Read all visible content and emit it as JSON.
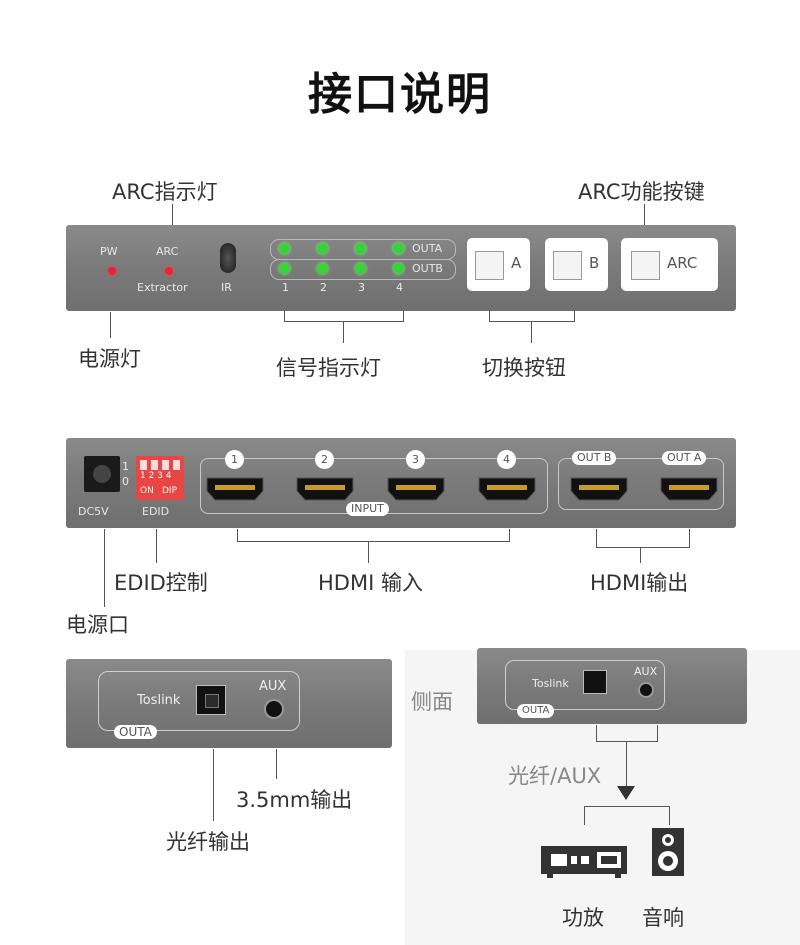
{
  "page_title": "接口说明",
  "front": {
    "callouts": {
      "arc_indicator": "ARC指示灯",
      "arc_key": "ARC功能按键",
      "power_led": "电源灯",
      "signal_led": "信号指示灯",
      "switch_button": "切换按钮"
    },
    "labels": {
      "pw": "PW",
      "arc": "ARC",
      "extractor": "Extractor",
      "ir": "IR",
      "outa": "OUTA",
      "outb": "OUTB",
      "ch1": "1",
      "ch2": "2",
      "ch3": "3",
      "ch4": "4",
      "btn_a": "A",
      "btn_b": "B",
      "btn_arc": "ARC"
    }
  },
  "rear": {
    "callouts": {
      "edid_control": "EDID控制",
      "hdmi_input": "HDMI 输入",
      "hdmi_output": "HDMI输出",
      "power_port": "电源口"
    },
    "labels": {
      "dc5v": "DC5V",
      "edid": "EDID",
      "sw_nums": "1 2 3 4",
      "sw_on": "ON",
      "sw_dip": "DIP",
      "one": "1",
      "zero": "0",
      "in1": "1",
      "in2": "2",
      "in3": "3",
      "in4": "4",
      "input": "INPUT",
      "out_b": "OUT B",
      "out_a": "OUT A"
    }
  },
  "side_left": {
    "toslink": "Toslink",
    "aux": "AUX",
    "outa": "OUTA",
    "callout_35": "3.5mm输出",
    "callout_optical": "光纤输出"
  },
  "side_right": {
    "side_label": "侧面",
    "toslink": "Toslink",
    "aux": "AUX",
    "outa": "OUTA",
    "route_label": "光纤/AUX",
    "amp": "功放",
    "speaker": "音响"
  }
}
